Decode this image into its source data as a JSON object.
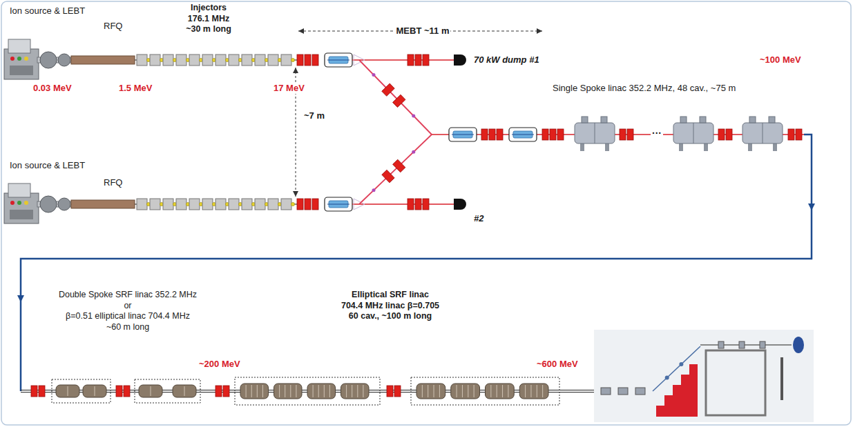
{
  "diagram": {
    "labels": [
      "Ion source & LEBT",
      "RFQ",
      "Injectors 176.1 MHz ~30 m long",
      "MEBT ~11 m",
      "70 kW dump #1",
      "~100 MeV",
      "0.03 MeV",
      "1.5 MeV",
      "17 MeV",
      "Single Spoke linac 352.2 MHz, 48 cav., ~75 m",
      "~7 m",
      "Ion source & LEBT",
      "RFQ",
      "#2",
      "···",
      "Double Spoke SRF linac 352.2 MHz or β=0.51 elliptical linac 704.4 MHz ~60 m long",
      "Elliptical SRF linac 704.4 MHz linac β=0.705 60 cav., ~100 m long",
      "~200 MeV",
      "~600 MeV"
    ]
  }
}
